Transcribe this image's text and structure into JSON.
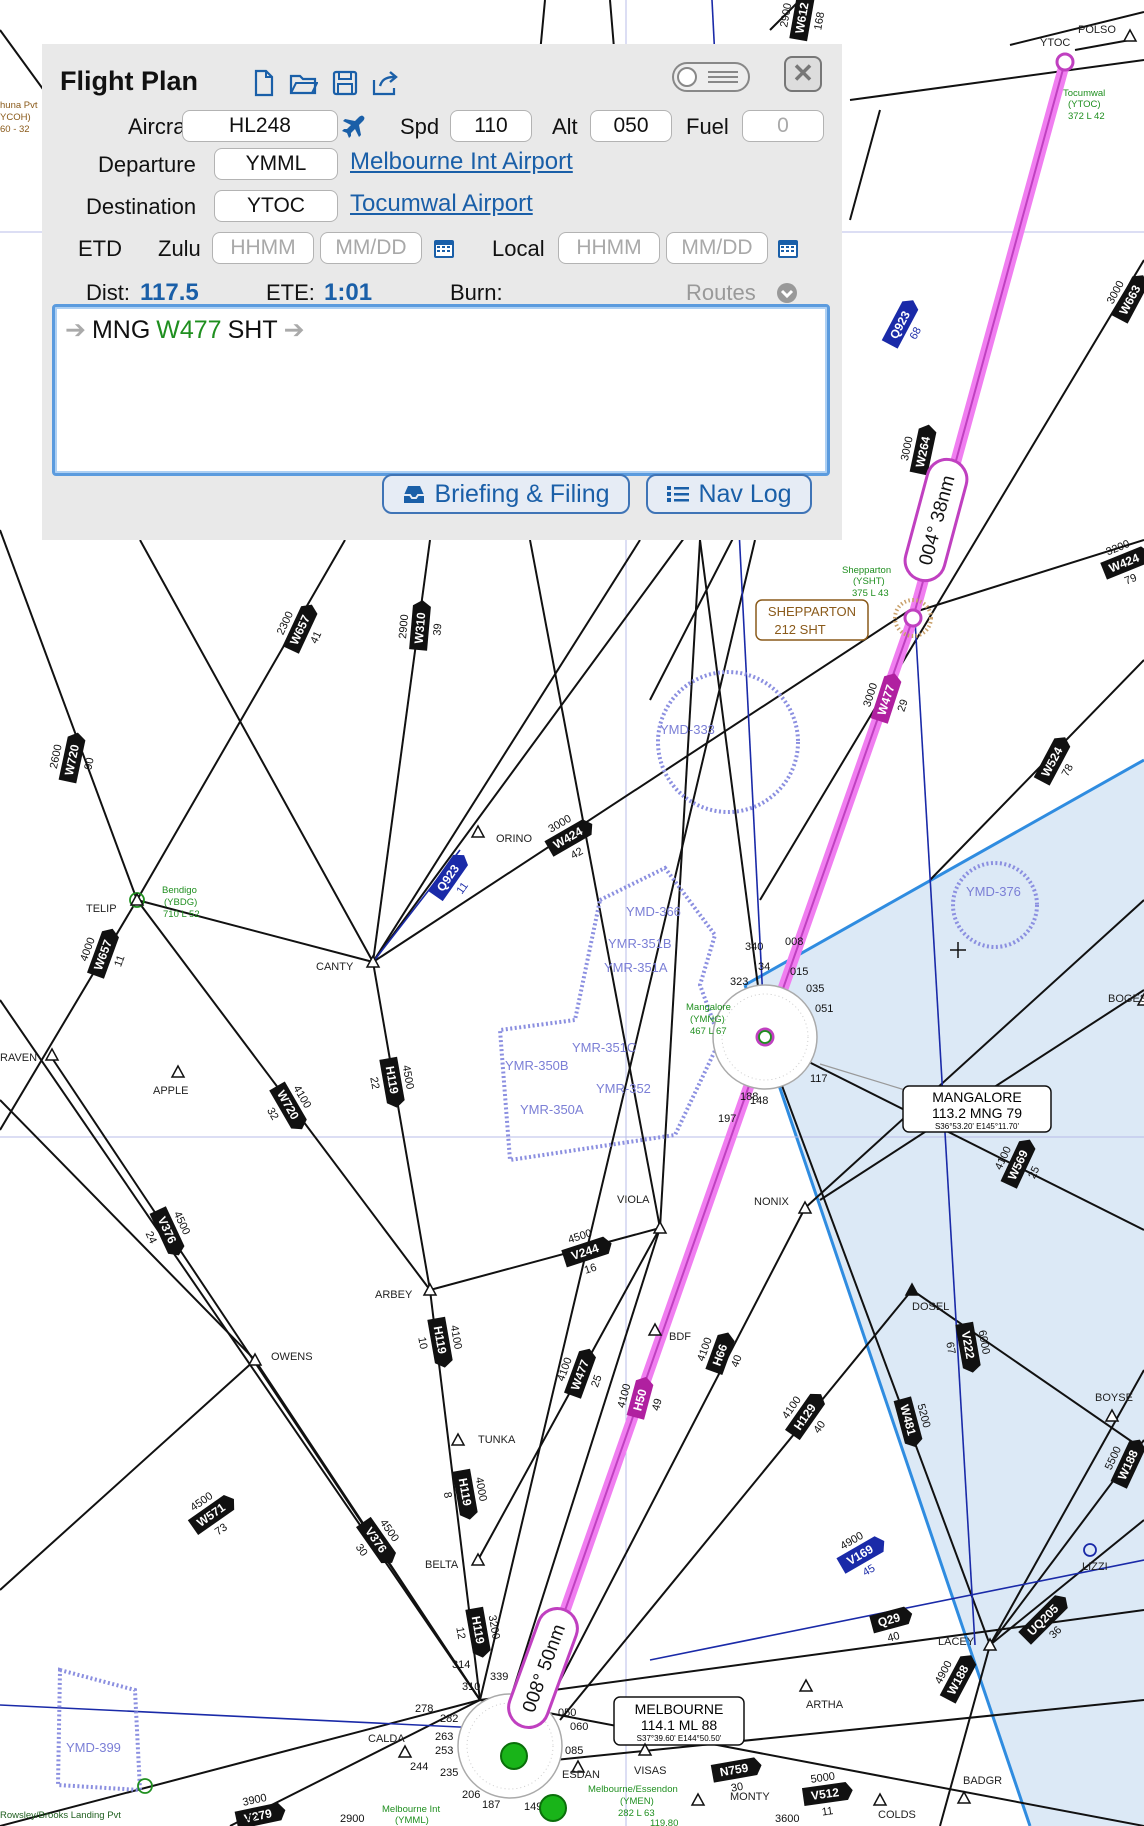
{
  "panel": {
    "title": "Flight Plan",
    "close_label": "✕",
    "aircraft_label": "Aircraft",
    "aircraft_value": "HL248",
    "speed_label": "Spd",
    "speed_value": "110",
    "altitude_label": "Alt",
    "altitude_value": "050",
    "fuel_label": "Fuel",
    "fuel_placeholder": "0",
    "departure_label": "Departure",
    "departure_value": "YMML",
    "departure_name": "Melbourne Int Airport",
    "destination_label": "Destination",
    "destination_value": "YTOC",
    "destination_name": "Tocumwal Airport",
    "etd_label": "ETD",
    "zulu_label": "Zulu",
    "local_label": "Local",
    "time_placeholder": "HHMM",
    "date_placeholder": "MM/DD",
    "dist_label": "Dist:",
    "dist_value": "117.5",
    "ete_label": "ETE:",
    "ete_value": "1:01",
    "burn_label": "Burn:",
    "routes_label": "Routes",
    "route": {
      "from": "MNG",
      "airway": "W477",
      "to": "SHT"
    },
    "briefing_label": "Briefing & Filing",
    "navlog_label": "Nav Log"
  },
  "map": {
    "segments": [
      {
        "label": "004° 38nm"
      },
      {
        "label": "008° 50nm"
      }
    ],
    "navaids": [
      {
        "name": "MANGALORE",
        "freq": "113.2 MNG 79",
        "coords": "S36°53.20' E145°11.70'"
      },
      {
        "name": "MELBOURNE",
        "freq": "114.1 ML 88",
        "coords": "S37°39.60' E144°50.50'"
      },
      {
        "name": "SHEPPARTON",
        "freq": "212 SHT"
      }
    ],
    "airports": [
      {
        "name": "Tocumwal",
        "code": "(YTOC)",
        "info": "372 L 42"
      },
      {
        "name": "Shepparton",
        "code": "(YSHT)",
        "info": "375 L 43"
      },
      {
        "name": "Bendigo",
        "code": "(YBDG)",
        "info": "710 L 52"
      },
      {
        "name": "Mangalore",
        "code": "(YMNG)",
        "info": "467 L 67"
      },
      {
        "name": "Melbourne/Essendon",
        "code": "(YMEN)",
        "info": "282 L 63"
      },
      {
        "name": "Melbourne Int",
        "code": "(YMML)"
      },
      {
        "name": "Rowsley/Brooks Landing Pvt"
      },
      {
        "name": "huna Pvt",
        "code": "YCOH)",
        "info": "60 - 32"
      }
    ],
    "waypoints": [
      "YTOC",
      "POLSO",
      "CANTY",
      "ORINO",
      "TELIP",
      "RAVEN",
      "APPLE",
      "ARBEY",
      "OWENS",
      "VIOLA",
      "NONIX",
      "BDF",
      "TUNKA",
      "BELTA",
      "DOSEL",
      "BOYSE",
      "LIZZI",
      "LACEY",
      "ARTHA",
      "CALDA",
      "ESDAN",
      "VISAS",
      "MONTY",
      "BADGR",
      "COLDS",
      "BOGES"
    ],
    "zones": [
      "YMD-333",
      "YMD-366",
      "YMR-351B",
      "YMR-351A",
      "YMR-351C",
      "YMR-350B",
      "YMR-352",
      "YMR-350A",
      "YMD-376",
      "YMD-399"
    ],
    "airways": [
      {
        "id": "W612",
        "alt": "2900",
        "dist": "168"
      },
      {
        "id": "Q923",
        "dist": "68"
      },
      {
        "id": "W663",
        "alt": "3000"
      },
      {
        "id": "W264",
        "alt": "3000"
      },
      {
        "id": "W424",
        "alt": "3200",
        "dist": "79"
      },
      {
        "id": "W477",
        "alt": "3000",
        "dist": "29"
      },
      {
        "id": "W657",
        "alt": "2300",
        "dist": "41"
      },
      {
        "id": "W310",
        "alt": "2900",
        "dist": "39"
      },
      {
        "id": "W720",
        "alt": "2600",
        "dist": "90"
      },
      {
        "id": "W524",
        "dist": "78"
      },
      {
        "id": "Q923",
        "dist": "11"
      },
      {
        "id": "W424",
        "alt": "3000",
        "dist": "42"
      },
      {
        "id": "W657",
        "alt": "4000",
        "dist": "11"
      },
      {
        "id": "H119",
        "alt": "4500",
        "dist": "22"
      },
      {
        "id": "W720",
        "alt": "4100",
        "dist": "32"
      },
      {
        "id": "V376",
        "alt": "4500",
        "dist": "24"
      },
      {
        "id": "W569",
        "alt": "4100",
        "dist": "25"
      },
      {
        "id": "V244",
        "alt": "4500",
        "dist": "16"
      },
      {
        "id": "H119",
        "alt": "4100",
        "dist": "10"
      },
      {
        "id": "W477",
        "alt": "4100",
        "dist": "25"
      },
      {
        "id": "H50",
        "alt": "4100",
        "dist": "49"
      },
      {
        "id": "H66",
        "alt": "4100",
        "dist": "40"
      },
      {
        "id": "H129",
        "alt": "4100",
        "dist": "40"
      },
      {
        "id": "W481",
        "alt": "5200"
      },
      {
        "id": "V222",
        "alt": "6000",
        "dist": "67"
      },
      {
        "id": "W188",
        "alt": "5500"
      },
      {
        "id": "W571",
        "alt": "4500",
        "dist": "73"
      },
      {
        "id": "H119",
        "alt": "4000",
        "dist": "8"
      },
      {
        "id": "V376",
        "alt": "4500",
        "dist": "30"
      },
      {
        "id": "H119",
        "alt": "3200",
        "dist": "12"
      },
      {
        "id": "V169",
        "alt": "4900",
        "dist": "45"
      },
      {
        "id": "Q29",
        "dist": "40"
      },
      {
        "id": "UQ205",
        "dist": "36"
      },
      {
        "id": "W188",
        "alt": "4900"
      },
      {
        "id": "N759",
        "dist": "30"
      },
      {
        "id": "V512",
        "alt": "5000",
        "dist": "11"
      },
      {
        "id": "V279",
        "alt": "3900"
      }
    ],
    "radials_mangalore": [
      "340",
      "323",
      "34",
      "008",
      "015",
      "035",
      "051",
      "117",
      "148",
      "197",
      "188"
    ],
    "radials_melbourne": [
      "314",
      "310",
      "339",
      "278",
      "282",
      "263",
      "253",
      "244",
      "235",
      "050",
      "060",
      "085",
      "206",
      "187",
      "149"
    ],
    "misc_numbers": [
      "2900",
      "3600",
      "42",
      "63",
      "119.80"
    ]
  }
}
